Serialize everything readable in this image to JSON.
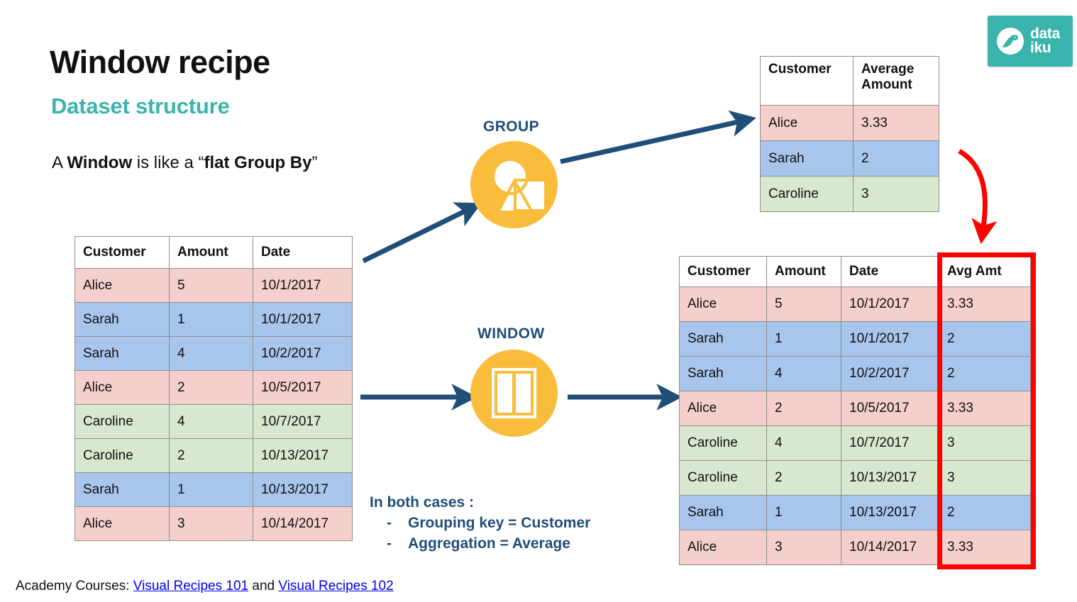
{
  "slide": {
    "title": "Window recipe",
    "subtitle": "Dataset structure",
    "lede_prefix": "A ",
    "lede_bold1": "Window",
    "lede_mid": " is like a “",
    "lede_bold2": "flat Group By",
    "lede_suffix": "”"
  },
  "logo": {
    "line1": "data",
    "line2": "iku",
    "icon": "bird-icon",
    "color": "#3bb3ad"
  },
  "colors": {
    "accent_teal": "#3bb3ad",
    "arrow_blue": "#1f4e79",
    "icon_yellow": "#f9bd3b",
    "highlight_red": "#ff0000",
    "row_pink": "#f5cfcc",
    "row_blue": "#a8c5ec",
    "row_green": "#d8e8cf",
    "link_blue": "#0000ee"
  },
  "source_table": {
    "name": "source-dataset",
    "headers": [
      "Customer",
      "Amount",
      "Date"
    ],
    "rows": [
      {
        "color": "c-pink",
        "cells": [
          "Alice",
          "5",
          "10/1/2017"
        ]
      },
      {
        "color": "c-blue",
        "cells": [
          "Sarah",
          "1",
          "10/1/2017"
        ]
      },
      {
        "color": "c-blue",
        "cells": [
          "Sarah",
          "4",
          "10/2/2017"
        ]
      },
      {
        "color": "c-pink",
        "cells": [
          "Alice",
          "2",
          "10/5/2017"
        ]
      },
      {
        "color": "c-green",
        "cells": [
          "Caroline",
          "4",
          "10/7/2017"
        ]
      },
      {
        "color": "c-green",
        "cells": [
          "Caroline",
          "2",
          "10/13/2017"
        ]
      },
      {
        "color": "c-blue",
        "cells": [
          "Sarah",
          "1",
          "10/13/2017"
        ]
      },
      {
        "color": "c-pink",
        "cells": [
          "Alice",
          "3",
          "10/14/2017"
        ]
      }
    ]
  },
  "group_table": {
    "name": "group-output",
    "headers": [
      "Customer",
      "Average Amount"
    ],
    "rows": [
      {
        "color": "c-pink",
        "cells": [
          "Alice",
          "3.33"
        ]
      },
      {
        "color": "c-blue",
        "cells": [
          "Sarah",
          "2"
        ]
      },
      {
        "color": "c-green",
        "cells": [
          "Caroline",
          "3"
        ]
      }
    ]
  },
  "window_table": {
    "name": "window-output",
    "headers": [
      "Customer",
      "Amount",
      "Date",
      "Avg Amt"
    ],
    "rows": [
      {
        "color": "c-pink",
        "cells": [
          "Alice",
          "5",
          "10/1/2017",
          "3.33"
        ]
      },
      {
        "color": "c-blue",
        "cells": [
          "Sarah",
          "1",
          "10/1/2017",
          "2"
        ]
      },
      {
        "color": "c-blue",
        "cells": [
          "Sarah",
          "4",
          "10/2/2017",
          "2"
        ]
      },
      {
        "color": "c-pink",
        "cells": [
          "Alice",
          "2",
          "10/5/2017",
          "3.33"
        ]
      },
      {
        "color": "c-green",
        "cells": [
          "Caroline",
          "4",
          "10/7/2017",
          "3"
        ]
      },
      {
        "color": "c-green",
        "cells": [
          "Caroline",
          "2",
          "10/13/2017",
          "3"
        ]
      },
      {
        "color": "c-blue",
        "cells": [
          "Sarah",
          "1",
          "10/13/2017",
          "2"
        ]
      },
      {
        "color": "c-pink",
        "cells": [
          "Alice",
          "3",
          "10/14/2017",
          "3.33"
        ]
      }
    ]
  },
  "nodes": {
    "group_label": "GROUP",
    "window_label": "WINDOW"
  },
  "note": {
    "heading": "In both cases :",
    "dash": "-",
    "items": [
      "Grouping key = Customer",
      "Aggregation = Average"
    ]
  },
  "footer": {
    "prefix": "Academy Courses: ",
    "link1": "Visual Recipes 101",
    "joiner": " and ",
    "link2": "Visual Recipes 102"
  }
}
